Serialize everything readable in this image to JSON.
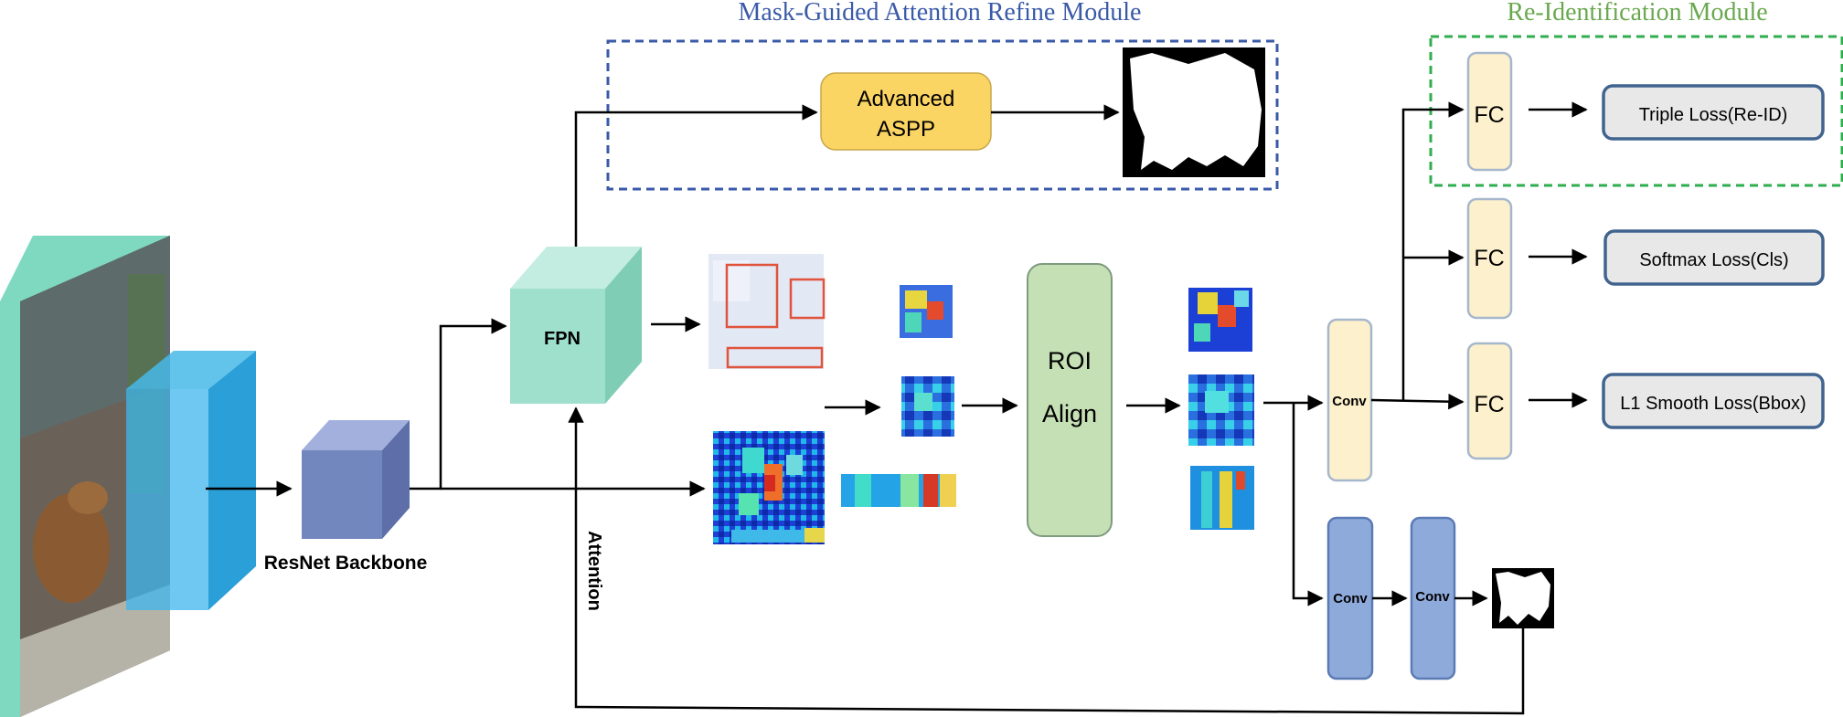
{
  "modules": {
    "mask_attention_title": "Mask-Guided Attention Refine Module",
    "reid_title": "Re-Identification Module"
  },
  "blocks": {
    "aspp_line1": "Advanced",
    "aspp_line2": "ASPP",
    "fpn": "FPN",
    "backbone": "ResNet Backbone",
    "attention": "Attention",
    "roi_line1": "ROI",
    "roi_line2": "Align",
    "conv_head": "Conv",
    "conv_mask_1": "Conv",
    "conv_mask_2": "Conv",
    "fc_1": "FC",
    "fc_2": "FC",
    "fc_3": "FC"
  },
  "losses": {
    "reid": "Triple Loss(Re-ID)",
    "cls": "Softmax Loss(Cls)",
    "bbox": "L1 Smooth Loss(Bbox)"
  },
  "colors": {
    "mask_module_border": "#3a5aa8",
    "mask_module_title": "#3a5aa8",
    "reid_module_border": "#2fae4e",
    "reid_module_title": "#6aa84f",
    "aspp_fill": "#fbd563",
    "fpn_fill": "#9fe0cc",
    "backbone_fill": "#7387bf",
    "roi_fill": "#c5e0b4",
    "fc_fill": "#fdf0cc",
    "conv_mask_fill": "#8eaadb",
    "loss_fill": "#e8e8e8",
    "loss_border": "#41648f"
  }
}
